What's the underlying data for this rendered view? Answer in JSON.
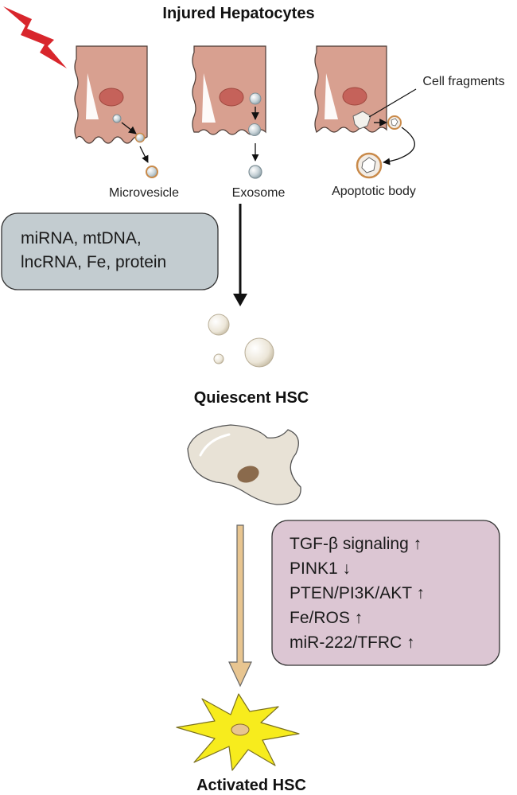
{
  "titles": {
    "top": "Injured Hepatocytes",
    "quiescent": "Quiescent HSC",
    "activated": "Activated HSC"
  },
  "vesicle_labels": {
    "microvesicle": "Microvesicle",
    "exosome": "Exosome",
    "apoptotic_body": "Apoptotic body",
    "cell_fragments": "Cell fragments"
  },
  "cargo_box": {
    "lines": [
      "miRNA, mtDNA,",
      "lncRNA, Fe, protein"
    ]
  },
  "signaling_box": {
    "lines": [
      "TGF-β signaling ↑",
      "PINK1 ↓",
      "PTEN/PI3K/AKT ↑",
      "Fe/ROS ↑",
      "miR-222/TFRC ↑"
    ]
  },
  "icons": {
    "injury": "lightning-bolt-icon",
    "hepatocyte": "hepatocyte-cell-icon",
    "hsc_quiescent": "quiescent-hsc-cell-icon",
    "hsc_activated": "activated-hsc-cell-icon"
  },
  "colors": {
    "hepatocyte_fill": "#d8a090",
    "nucleus_fill": "#c5625a",
    "lightning": "#d8262c",
    "cargo_box_fill": "#c3ccd0",
    "signaling_box_fill": "#dcc6d3",
    "quiescent_cell_fill": "#e8e2d6",
    "activated_cell_fill": "#f7ec1d",
    "activation_arrow_fill": "#e8c590"
  }
}
